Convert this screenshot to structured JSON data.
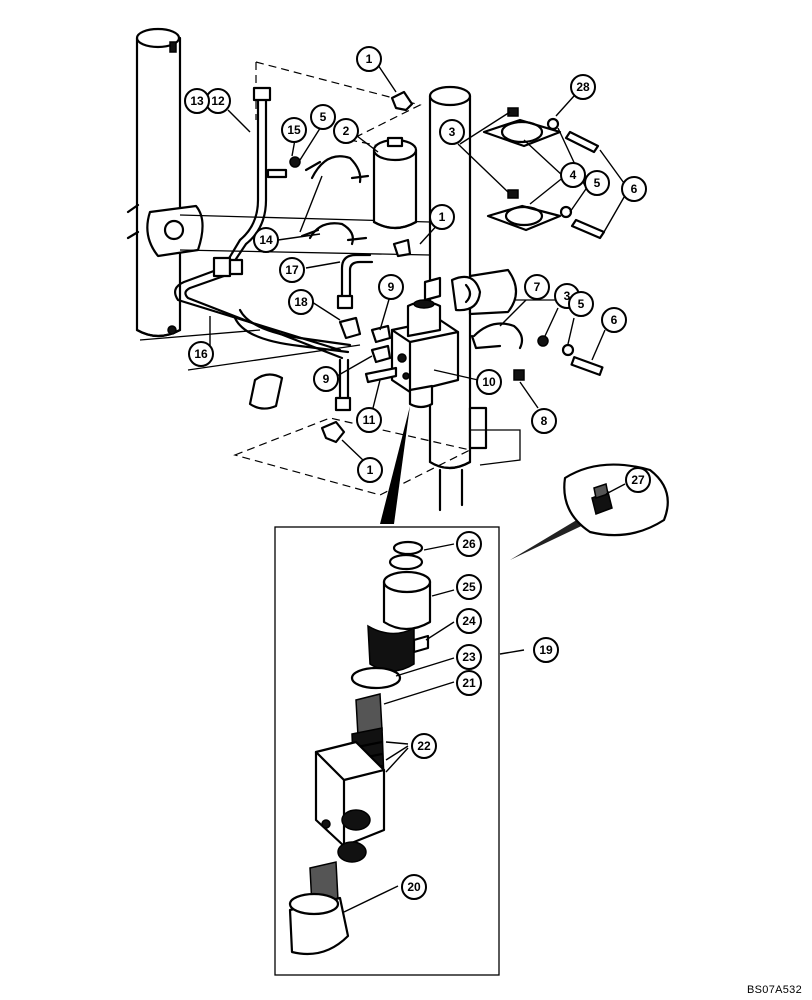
{
  "diagram": {
    "callouts": [
      {
        "label": "1"
      },
      {
        "label": "1"
      },
      {
        "label": "1"
      },
      {
        "label": "2"
      },
      {
        "label": "3"
      },
      {
        "label": "3"
      },
      {
        "label": "4"
      },
      {
        "label": "5"
      },
      {
        "label": "5"
      },
      {
        "label": "5"
      },
      {
        "label": "6"
      },
      {
        "label": "6"
      },
      {
        "label": "7"
      },
      {
        "label": "8"
      },
      {
        "label": "9"
      },
      {
        "label": "9"
      },
      {
        "label": "10"
      },
      {
        "label": "11"
      },
      {
        "label": "12"
      },
      {
        "label": "13"
      },
      {
        "label": "14"
      },
      {
        "label": "15"
      },
      {
        "label": "16"
      },
      {
        "label": "17"
      },
      {
        "label": "18"
      },
      {
        "label": "19"
      },
      {
        "label": "20"
      },
      {
        "label": "21"
      },
      {
        "label": "22"
      },
      {
        "label": "23"
      },
      {
        "label": "24"
      },
      {
        "label": "25"
      },
      {
        "label": "26"
      },
      {
        "label": "27"
      },
      {
        "label": "28"
      }
    ],
    "reference_code": "BS07A532"
  }
}
